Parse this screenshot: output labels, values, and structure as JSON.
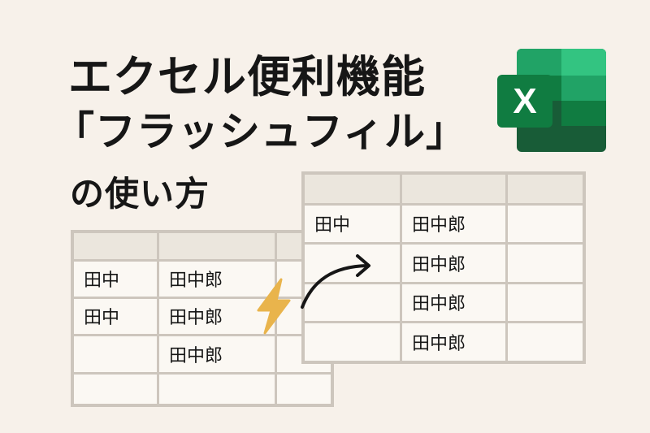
{
  "title": {
    "line1": "エクセル便利機能",
    "line2": "「フラッシュフィル」",
    "line3": "の使い方"
  },
  "logo": {
    "letter": "X",
    "name": "excel-logo"
  },
  "back_sheet": {
    "rows": [
      [
        "",
        "",
        ""
      ],
      [
        "田中",
        "田中郎",
        ""
      ],
      [
        "田中",
        "田中郎",
        ""
      ],
      [
        "",
        "田中郎",
        ""
      ],
      [
        "",
        "",
        ""
      ]
    ]
  },
  "front_sheet": {
    "rows": [
      [
        "",
        "",
        ""
      ],
      [
        "田中",
        "田中郎",
        ""
      ],
      [
        "",
        "田中郎",
        ""
      ],
      [
        "",
        "田中郎",
        ""
      ],
      [
        "",
        "田中郎",
        ""
      ]
    ]
  },
  "colors": {
    "bolt": "#e9b44c",
    "excel_dark": "#107c41",
    "excel_light": "#33c481"
  }
}
